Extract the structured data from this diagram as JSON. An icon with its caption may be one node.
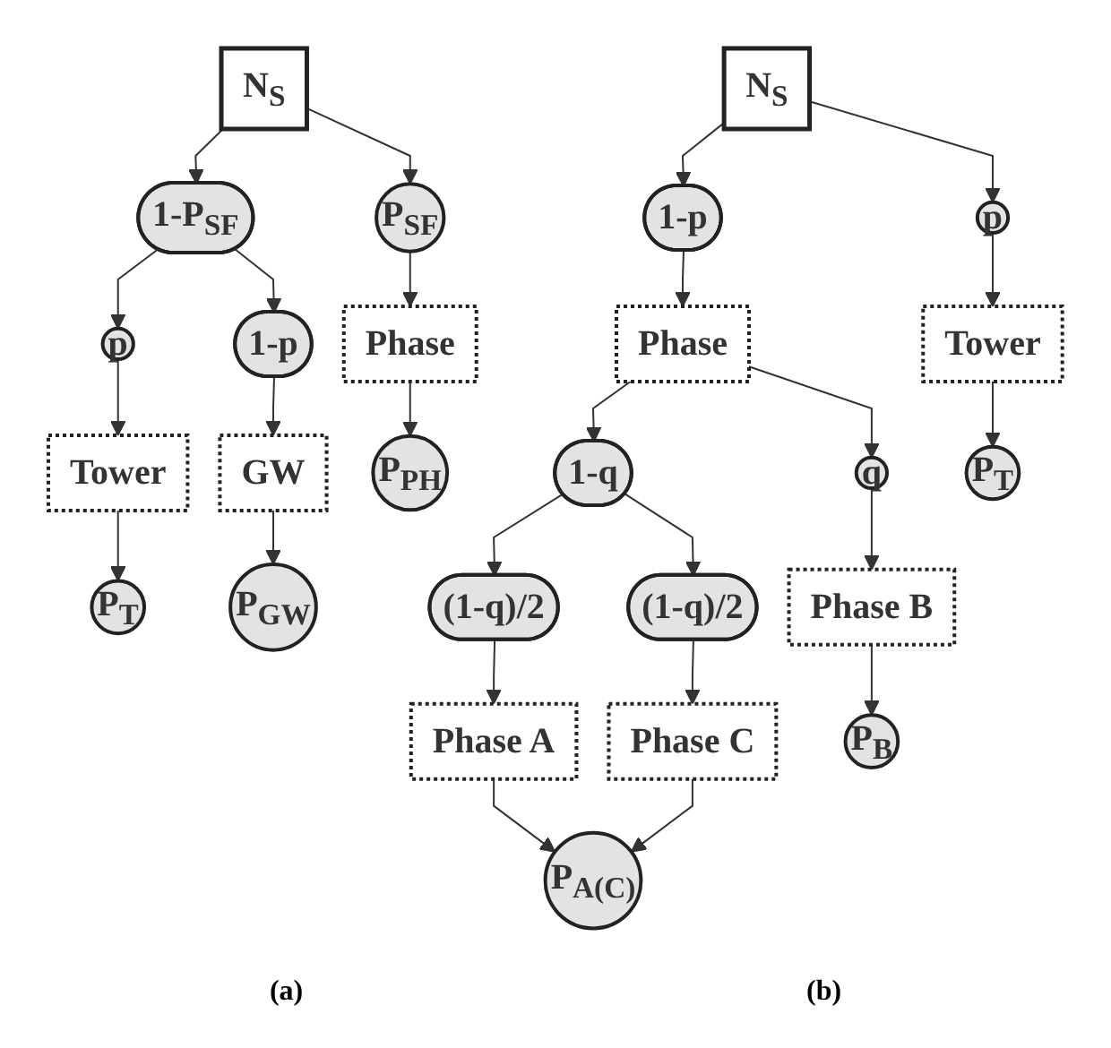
{
  "diagram": {
    "nodes": [
      {
        "text": [
          "N$_{S}$"
        ]
      },
      {
        "text": [
          "P$_{SF}$"
        ]
      },
      {
        "text": [
          "1-P$_{SF}$"
        ]
      },
      {
        "text": [
          "Phase"
        ]
      },
      {
        "text": [
          "p"
        ]
      },
      {
        "text": [
          "1-p"
        ]
      },
      {
        "text": [
          "Tower"
        ]
      },
      {
        "text": [
          "GW"
        ]
      },
      {
        "text": [
          "P$_{PH}$"
        ]
      },
      {
        "text": [
          "P$_{T}$"
        ]
      },
      {
        "text": [
          "P$_{GW}$"
        ]
      },
      {
        "text": [
          "N$_{S}$"
        ]
      },
      {
        "text": [
          "p"
        ]
      },
      {
        "text": [
          "1-p"
        ]
      },
      {
        "text": [
          "Tower"
        ]
      },
      {
        "text": [
          "Phase"
        ]
      },
      {
        "text": [
          "q"
        ]
      },
      {
        "text": [
          "1-q"
        ]
      },
      {
        "text": [
          "(1-q)/2"
        ]
      },
      {
        "text": [
          "(1-q)/2"
        ]
      },
      {
        "text": [
          "Phase B"
        ]
      },
      {
        "text": [
          "Phase A"
        ]
      },
      {
        "text": [
          "Phase C"
        ]
      },
      {
        "text": [
          "P$_{T}$"
        ]
      },
      {
        "text": [
          "P$_{B}$"
        ]
      },
      {
        "text": [
          "P$_{A(C)}$"
        ]
      }
    ],
    "edges": [
      {
        "from": 0,
        "to": 1,
        "arrow": "to"
      },
      {
        "from": 0,
        "to": 2,
        "arrow": "to"
      },
      {
        "from": 1,
        "to": 3,
        "arrow": "to"
      },
      {
        "from": 3,
        "to": 8,
        "arrow": "to"
      },
      {
        "from": 2,
        "to": 4,
        "arrow": "to"
      },
      {
        "from": 2,
        "to": 5,
        "arrow": "to"
      },
      {
        "from": 4,
        "to": 6,
        "arrow": "to"
      },
      {
        "from": 5,
        "to": 7,
        "arrow": "to"
      },
      {
        "from": 6,
        "to": 9,
        "arrow": "to"
      },
      {
        "from": 7,
        "to": 10,
        "arrow": "to"
      },
      {
        "from": 11,
        "to": 12,
        "arrow": "to"
      },
      {
        "from": 11,
        "to": 13,
        "arrow": "to"
      },
      {
        "from": 12,
        "to": 14,
        "arrow": "to"
      },
      {
        "from": 14,
        "to": 23,
        "arrow": "to"
      },
      {
        "from": 13,
        "to": 15,
        "arrow": "to"
      },
      {
        "from": 15,
        "to": 16,
        "arrow": "to"
      },
      {
        "from": 15,
        "to": 17,
        "arrow": "to"
      },
      {
        "from": 16,
        "to": 20,
        "arrow": "to"
      },
      {
        "from": 20,
        "to": 24,
        "arrow": "to"
      },
      {
        "from": 17,
        "to": 18,
        "arrow": "to"
      },
      {
        "from": 17,
        "to": 19,
        "arrow": "to"
      },
      {
        "from": 18,
        "to": 21,
        "arrow": "to"
      },
      {
        "from": 19,
        "to": 22,
        "arrow": "to"
      },
      {
        "from": 21,
        "to": 25,
        "arrow": "to"
      },
      {
        "from": 22,
        "to": 25,
        "arrow": "to"
      }
    ],
    "labels": [
      "(a)",
      "(b)"
    ]
  }
}
